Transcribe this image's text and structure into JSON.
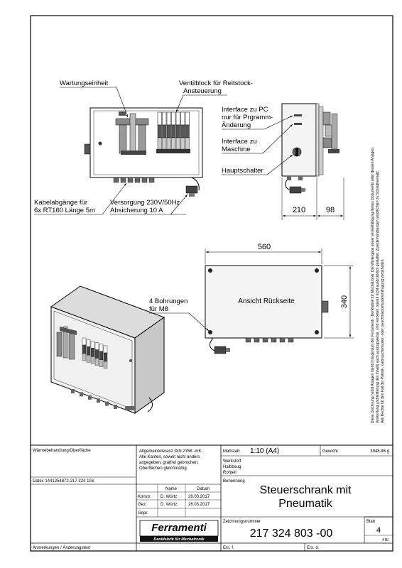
{
  "callouts": {
    "wartungseinheit": "Wartungseinheit",
    "ventilblock_1": "Ventilblock für Reitstock-",
    "ventilblock_2": "Ansteuerung",
    "interface_pc_1": "Interface zu PC",
    "interface_pc_2": "nur für Prgramm-",
    "interface_pc_3": "Änderung",
    "interface_maschine_1": "Interface zu",
    "interface_maschine_2": "Maschine",
    "hauptschalter": "Hauptschalter",
    "kabel_1": "Kabelabgänge für",
    "kabel_2": "6x RT160 Länge 5m",
    "versorgung_1": "Versorgung 230V/50Hz",
    "versorgung_2": "Absicherung 10 A",
    "bohrungen_1": "4 Bohrungen",
    "bohrungen_2": "für M8",
    "rueckseite": "Ansicht Rückseite"
  },
  "dimensions": {
    "side_width": "210",
    "side_depth": "98",
    "back_width": "560",
    "back_height": "340"
  },
  "side_note": {
    "line_1": "Diese Zeichnung nebst Anlagen steht im Eigentum der Ferramenti - Denkfabrik für Mechatronik. Die Weitergabe sowie Vervielfältigung dieses Dokuments oder dessen Anlagen,",
    "line_2": "Verwertung und Mitteilung des Inhalts auch auszugsweise, sind verboten, soweit nicht ausdrücklich gestattet. Zuwiderhandlungen verpflichten zu Schadenersatz.",
    "line_3": "Alle Rechte für den Fall der Patent-, Gebrauchsmuster- oder Geschmacksmustereintragung vorbehalten."
  },
  "title_block": {
    "waermebehandlung": "Wärmebehandlung/Oberfläche",
    "tolerance_1": "Allgemeintoleranz DIN 2768 -mK.",
    "tolerance_2": "Alle Kanten, soweit nicht anders",
    "tolerance_3": "angegeben, gratfrei gebrochen.",
    "tolerance_4": "Oberflächen gleichmäßig.",
    "massstab_label": "Maßstab",
    "massstab_value": "1:10 (A4)",
    "gewicht_label": "Gewicht",
    "gewicht_value": "3948.86 g",
    "werkstoff": "Werkstoff",
    "halbzeug": "Halbzeug",
    "rohteil": "Rohteil",
    "datei": "Datei: 1441254872-217 324 103",
    "name_header": "Name",
    "datum_header": "Datum",
    "konstr_label": "Konstr.",
    "konstr_name": "D. Würtz",
    "konstr_date": "26.03.2017",
    "gez_label": "Gez.",
    "gez_name": "D. Würtz",
    "gez_date": "26.03.2017",
    "gepr_label": "Gepr.",
    "benennung_label": "Benennung",
    "title_1": "Steuerschrank mit",
    "title_2": "Pneumatik",
    "zeichnungsnummer_label": "Zeichnungsnummer",
    "zeichnungsnummer": "217 324 803 -00",
    "blatt_label": "Blatt",
    "blatt_value": "4",
    "blatt_total": "4 Bl.",
    "logo": "Ferramenti",
    "logo_sub": "Denkfabrik für Mechatronik",
    "anmerkungen": "Anmerkungen / Änderungstext",
    "ers_f": "Ers. f.",
    "ers_d": "Ers. d."
  }
}
